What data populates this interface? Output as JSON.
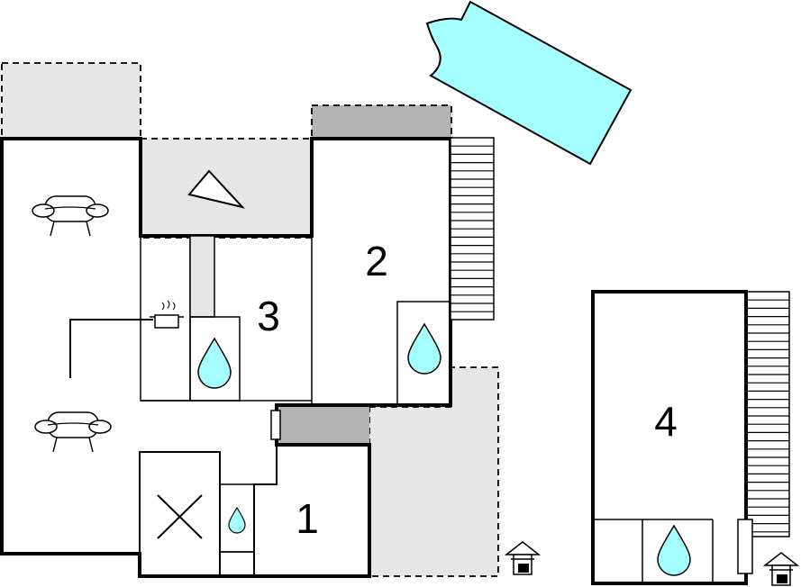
{
  "colors": {
    "wall": "#000000",
    "terrace_light": "#e6e6e6",
    "terrace_dark": "#b3b3b3",
    "pool": "#a6ffff",
    "water_drop": "#a6ffff",
    "background": "#ffffff"
  },
  "rooms": [
    {
      "number": "1"
    },
    {
      "number": "2"
    },
    {
      "number": "3"
    },
    {
      "number": "4"
    }
  ],
  "icons": [
    "sofa-icon",
    "cooking-pot-icon",
    "water-drop-icon",
    "cross-icon",
    "pool-shape",
    "staircase",
    "entrance-house-icon",
    "compass-triangle-icon",
    "door-icon"
  ]
}
